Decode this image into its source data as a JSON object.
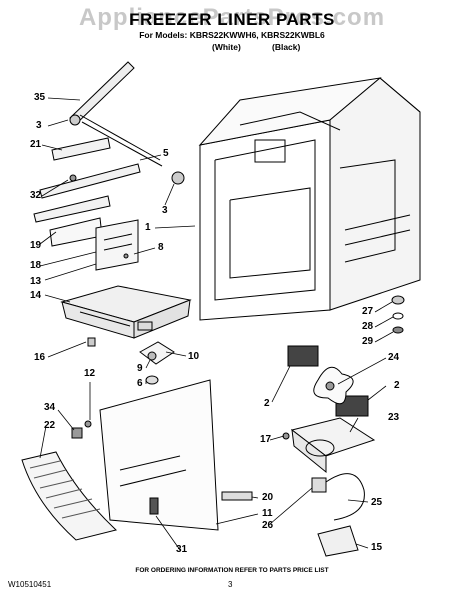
{
  "watermark": "AppliancePartsPros.com",
  "title": "FREEZER LINER PARTS",
  "models_line": "For Models: KBRS22KWWH6, KBRS22KWBL6",
  "color_white": "(White)",
  "color_black": "(Black)",
  "footer_note": "FOR ORDERING INFORMATION REFER TO PARTS PRICE LIST",
  "doc_number": "W10510451",
  "page_number": "3",
  "callouts": {
    "c35": "35",
    "c3a": "3",
    "c21": "21",
    "c5": "5",
    "c32": "32",
    "c3b": "3",
    "c1": "1",
    "c19": "19",
    "c8": "8",
    "c18": "18",
    "c13": "13",
    "c14": "14",
    "c27": "27",
    "c28": "28",
    "c29": "29",
    "c16": "16",
    "c10": "10",
    "c9": "9",
    "c6": "6",
    "c12": "12",
    "c24": "24",
    "c2a": "2",
    "c2b": "2",
    "c34": "34",
    "c22": "22",
    "c23": "23",
    "c17": "17",
    "c20": "20",
    "c11": "11",
    "c25": "25",
    "c26": "26",
    "c15": "15",
    "c31": "31"
  }
}
